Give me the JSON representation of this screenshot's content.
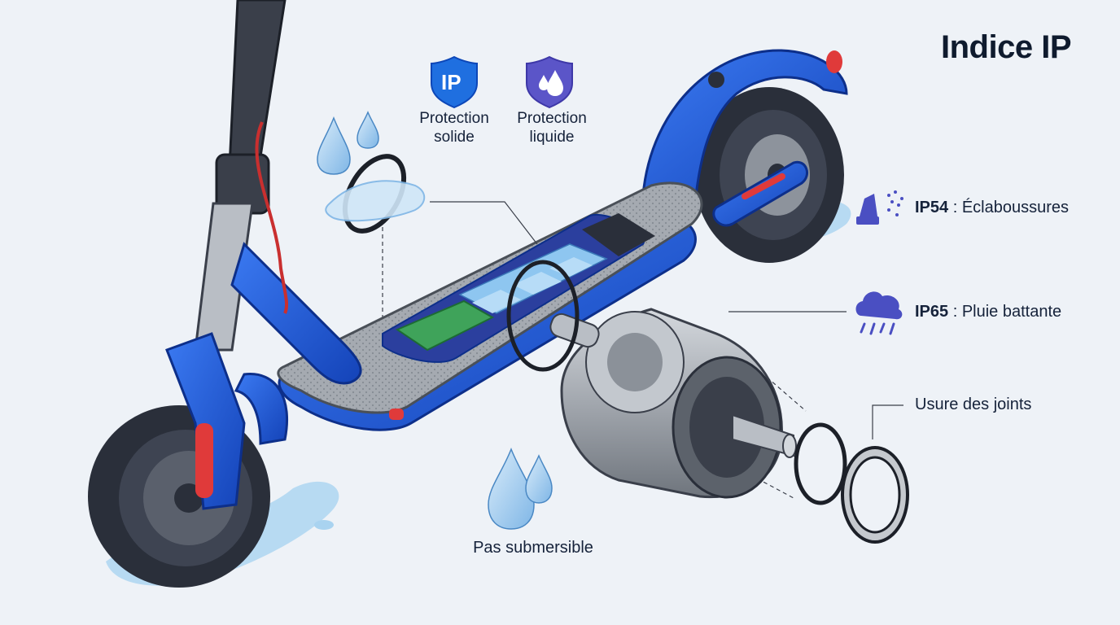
{
  "title": "Indice IP",
  "badges": {
    "solid": {
      "icon_text": "IP",
      "label": "Protection solide",
      "color": "#1f6fe0"
    },
    "liquid": {
      "label": "Protection liquide",
      "color": "#5b55c8"
    }
  },
  "ratings": [
    {
      "code": "IP54",
      "separator": " : ",
      "description": "Éclaboussures",
      "icon": "spray-icon"
    },
    {
      "code": "IP65",
      "separator": " : ",
      "description": "Pluie battante",
      "icon": "rain-cloud-icon"
    }
  ],
  "callouts": {
    "not_submersible": "Pas submersible",
    "seal_wear": "Usure des joints"
  },
  "colors": {
    "scooter_body": "#1f5fe0",
    "scooter_dark": "#0d2f8a",
    "deck": "#9aa0a8",
    "water": "#a9d3f0",
    "accent_red": "#e03a3a",
    "motor": "#a8adb4"
  }
}
